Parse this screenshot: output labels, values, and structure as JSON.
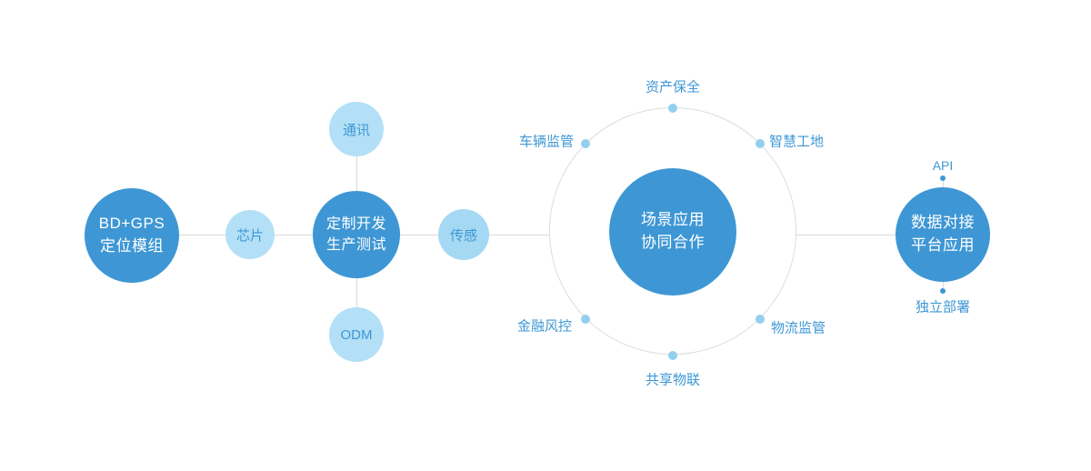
{
  "colors": {
    "primary_blue": "#3e97d4",
    "light_blue_fill": "#b3e0f6",
    "sensor_fill": "#a5d9f3",
    "ring_dot_blue": "#93cfee",
    "connector_gray": "#d9d9d9",
    "label_blue": "#3e97d4",
    "circle_text_white": "#ffffff"
  },
  "nodes": {
    "module": {
      "line1": "BD+GPS",
      "line2": "定位模组"
    },
    "chip": {
      "label": "芯片"
    },
    "develop": {
      "line1": "定制开发",
      "line2": "生产测试"
    },
    "comm": {
      "label": "通讯"
    },
    "odm": {
      "label": "ODM"
    },
    "sensor": {
      "label": "传感"
    },
    "hub": {
      "line1": "场景应用",
      "line2": "协同合作"
    },
    "platform": {
      "line1": "数据对接",
      "line2": "平台应用"
    },
    "api": {
      "label": "API"
    },
    "deploy": {
      "label": "独立部署"
    }
  },
  "ring_labels": {
    "top": "资产保全",
    "upper_left": "车辆监管",
    "upper_right": "智慧工地",
    "lower_left": "金融风控",
    "lower_right": "物流监管",
    "bottom": "共享物联"
  }
}
